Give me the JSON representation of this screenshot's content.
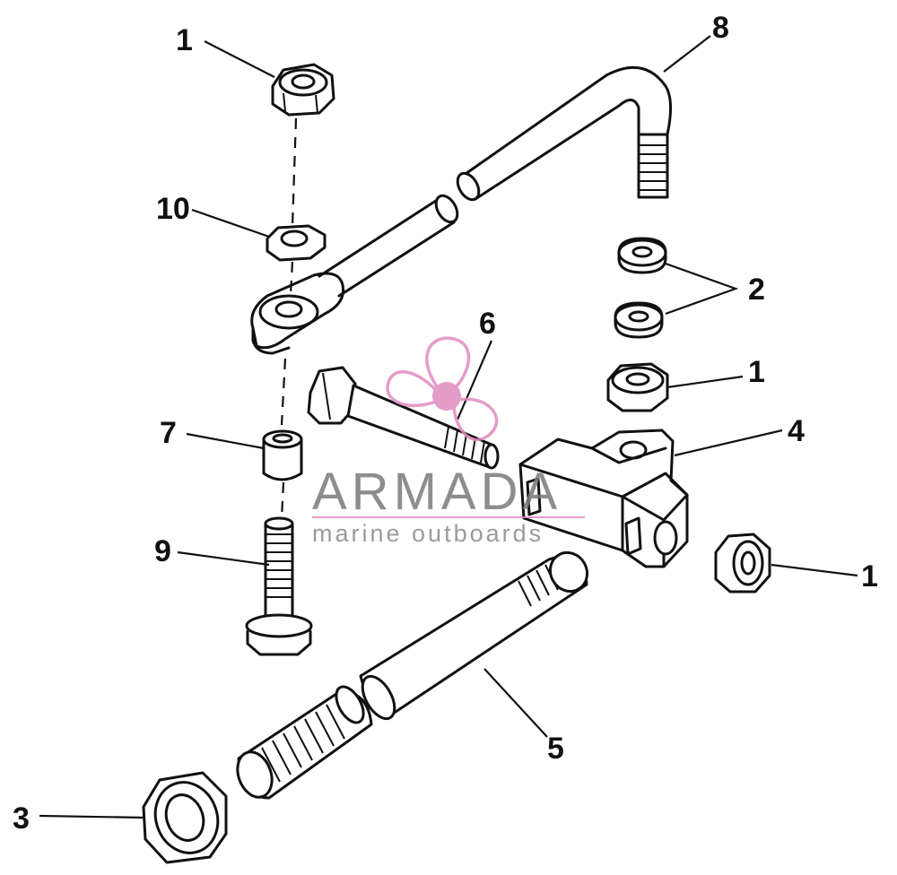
{
  "callouts": [
    {
      "id": "c1a",
      "text": "1"
    },
    {
      "id": "c8",
      "text": "8"
    },
    {
      "id": "c10",
      "text": "10"
    },
    {
      "id": "c2",
      "text": "2"
    },
    {
      "id": "c6",
      "text": "6"
    },
    {
      "id": "c1b",
      "text": "1"
    },
    {
      "id": "c7",
      "text": "7"
    },
    {
      "id": "c4",
      "text": "4"
    },
    {
      "id": "c9",
      "text": "9"
    },
    {
      "id": "c1c",
      "text": "1"
    },
    {
      "id": "c5",
      "text": "5"
    },
    {
      "id": "c3",
      "text": "3"
    }
  ],
  "watermark": {
    "brand": "ARMADA",
    "tagline": "marine outboards",
    "color": "#e08cbf"
  }
}
